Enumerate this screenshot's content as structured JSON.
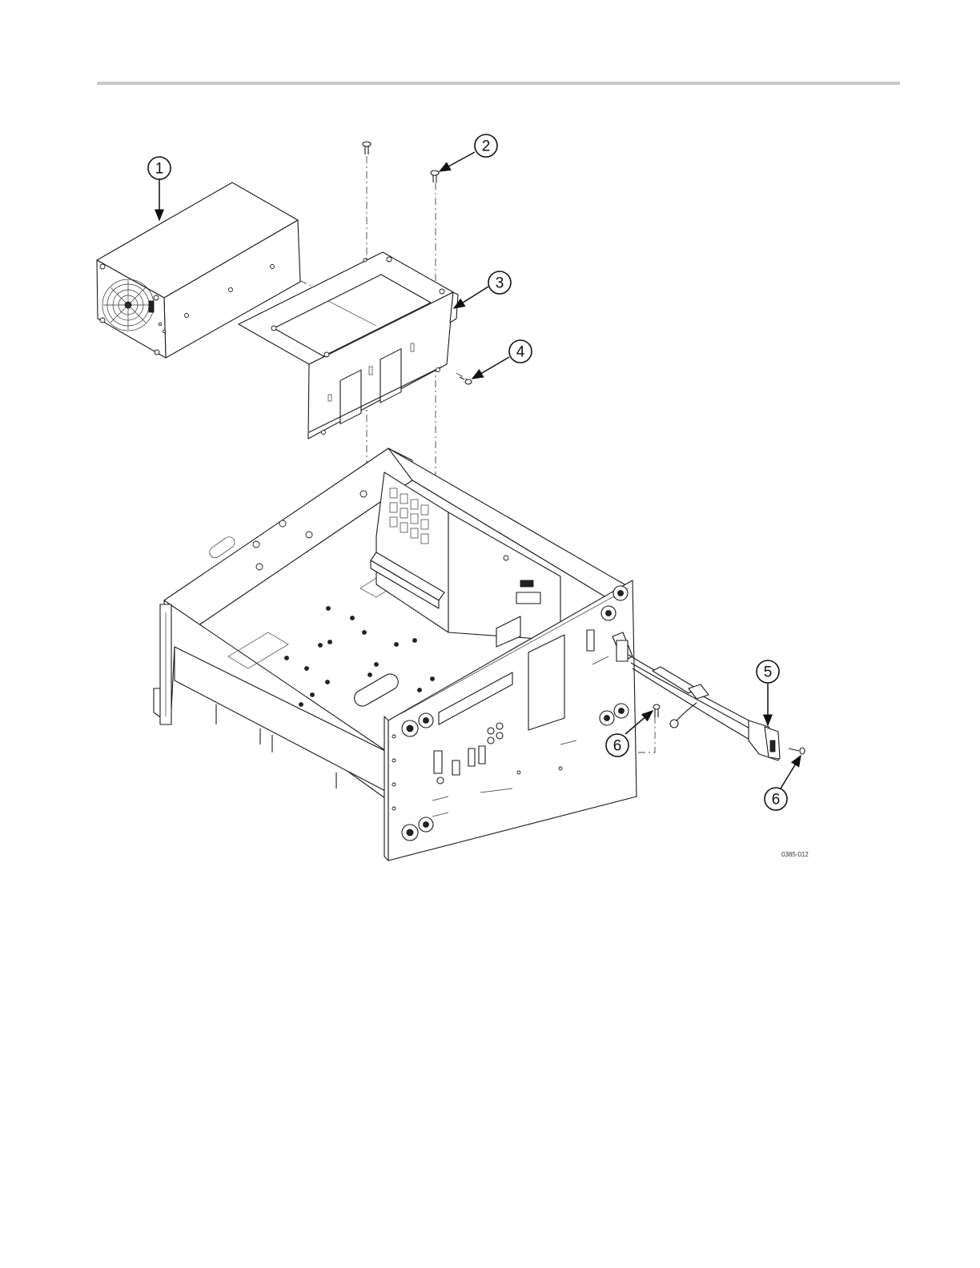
{
  "figure": {
    "figure_id": "0385-012",
    "callouts": [
      {
        "label": "1",
        "part": "power-supply"
      },
      {
        "label": "2",
        "part": "screw"
      },
      {
        "label": "3",
        "part": "power-supply-bracket"
      },
      {
        "label": "4",
        "part": "screw"
      },
      {
        "label": "5",
        "part": "ac-line-filter-cable"
      },
      {
        "label": "6",
        "part": "screw"
      },
      {
        "label": "6",
        "part": "screw"
      }
    ]
  }
}
